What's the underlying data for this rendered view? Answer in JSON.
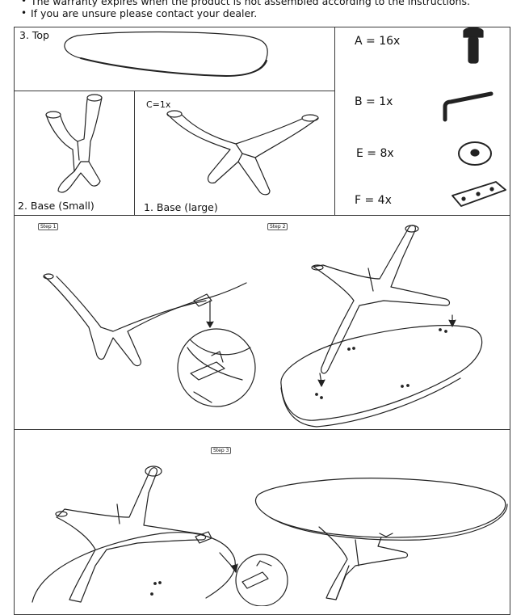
{
  "notes": [
    "The warranty expires when the product is not assembled according to the instructions.",
    "If you are unsure please contact your dealer."
  ],
  "parts": {
    "top": "3. Top",
    "base_small": "2. Base (Small)",
    "base_large": "1. Base (large)",
    "c_qty": "C=1x"
  },
  "hardware": [
    {
      "label": "A = 16x",
      "icon": "bolt-icon"
    },
    {
      "label": "B = 1x",
      "icon": "allen-key-icon"
    },
    {
      "label": "E = 8x",
      "icon": "washer-icon"
    },
    {
      "label": "F = 4x",
      "icon": "mounting-plate-icon"
    }
  ],
  "steps": [
    "Step 1",
    "Step 2",
    "Step 3"
  ]
}
